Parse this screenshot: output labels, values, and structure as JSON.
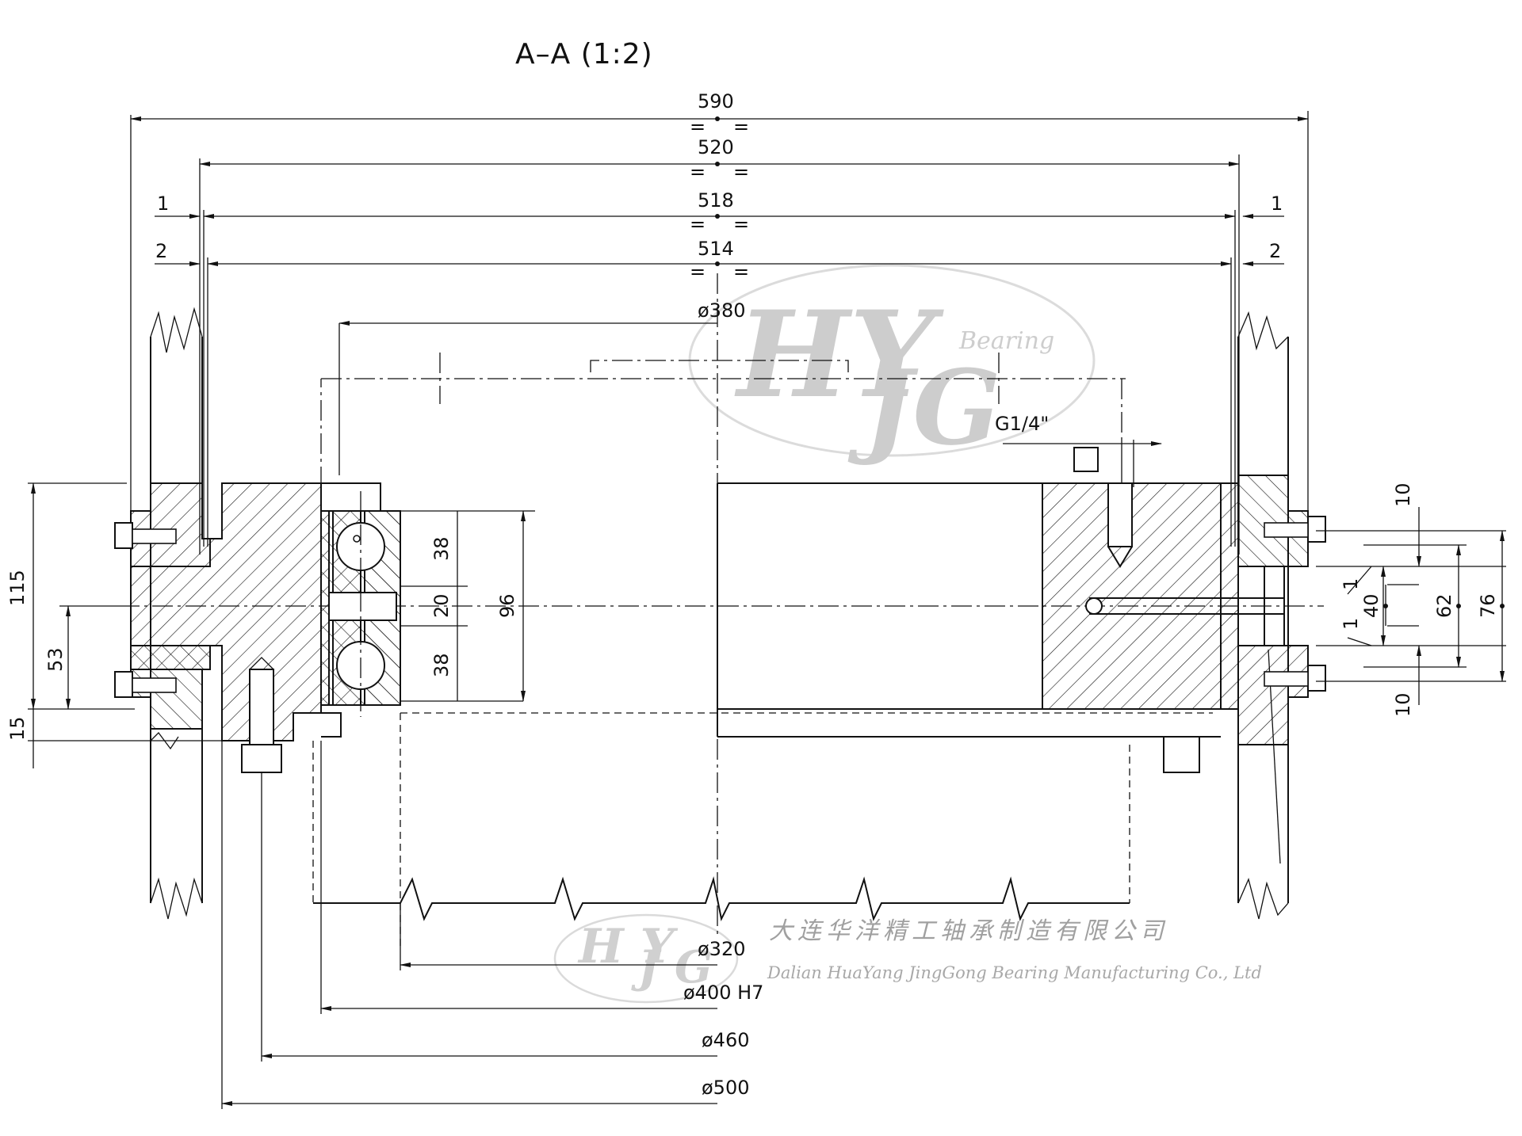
{
  "title": "A–A (1:2)",
  "dimensions": {
    "d590": "590",
    "d520": "520",
    "d518": "518",
    "d514": "514",
    "eq": "=",
    "gap1": "1",
    "gap2": "2",
    "dia380": "ø380",
    "thread": "G1/4\"",
    "ring38_top": "38",
    "ring20": "20",
    "ring38_bot": "38",
    "h96": "96",
    "h115": "115",
    "h53": "53",
    "h15": "15",
    "r10_top": "10",
    "r1_a": "1",
    "r40": "40",
    "r1_b": "1",
    "r62": "62",
    "r76": "76",
    "r10_bot": "10",
    "dia320": "ø320",
    "dia400": "ø400  H7",
    "dia460": "ø460",
    "dia500": "ø500"
  },
  "watermark": {
    "logo_letters": "HY",
    "logo_letters2": "JG",
    "logo_word": "Bearing",
    "company_cn": "大连华洋精工轴承制造有限公司",
    "company_en": "Dalian HuaYang JingGong Bearing Manufacturing Co., Ltd"
  }
}
